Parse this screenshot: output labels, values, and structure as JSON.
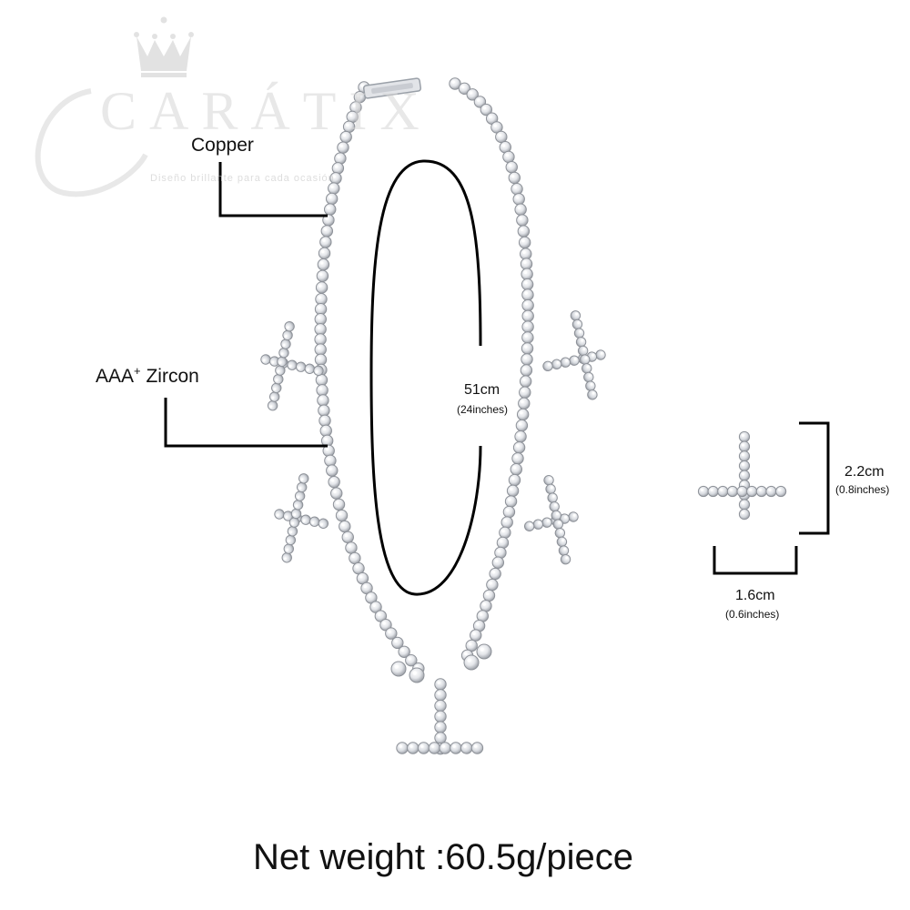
{
  "watermark": {
    "brand": "CARÁTIX",
    "tagline": "Diseño brillante para cada ocasión"
  },
  "labels": {
    "material": "Copper",
    "stone": "AAA",
    "stone_grade": "+",
    "stone_name": "Zircon"
  },
  "length": {
    "metric": "51cm",
    "imperial": "(24inches)"
  },
  "pendant": {
    "height": "2.2cm",
    "height_imperial": "(0.8inches)",
    "width": "1.6cm",
    "width_imperial": "(0.6inches)"
  },
  "footer": {
    "weight": "Net weight :60.5g/piece"
  }
}
